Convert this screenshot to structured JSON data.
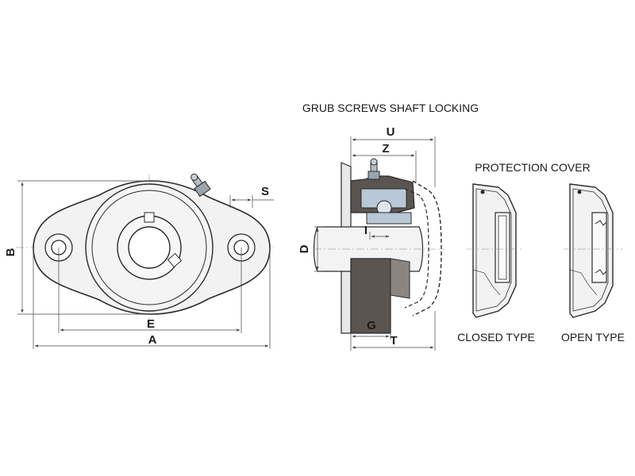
{
  "front_view": {
    "dimension_labels": {
      "A": "A",
      "B": "B",
      "E": "E",
      "S": "S"
    }
  },
  "section_view": {
    "title": "GRUB SCREWS SHAFT LOCKING",
    "dimension_labels": {
      "U": "U",
      "Z": "Z",
      "D": "D",
      "G": "G",
      "T": "T",
      "I": "I"
    }
  },
  "protection_cover": {
    "title": "PROTECTION COVER",
    "types": [
      {
        "label": "CLOSED TYPE"
      },
      {
        "label": "OPEN TYPE"
      }
    ]
  },
  "colors": {
    "outline": "#2a2a2a",
    "body_fill": "#f2f2f2",
    "housing_dark": "#5a5550",
    "housing_mid": "#8a8580",
    "bearing_blue": "#b9c8d6",
    "grease_fitting": "#9aa4ad"
  }
}
